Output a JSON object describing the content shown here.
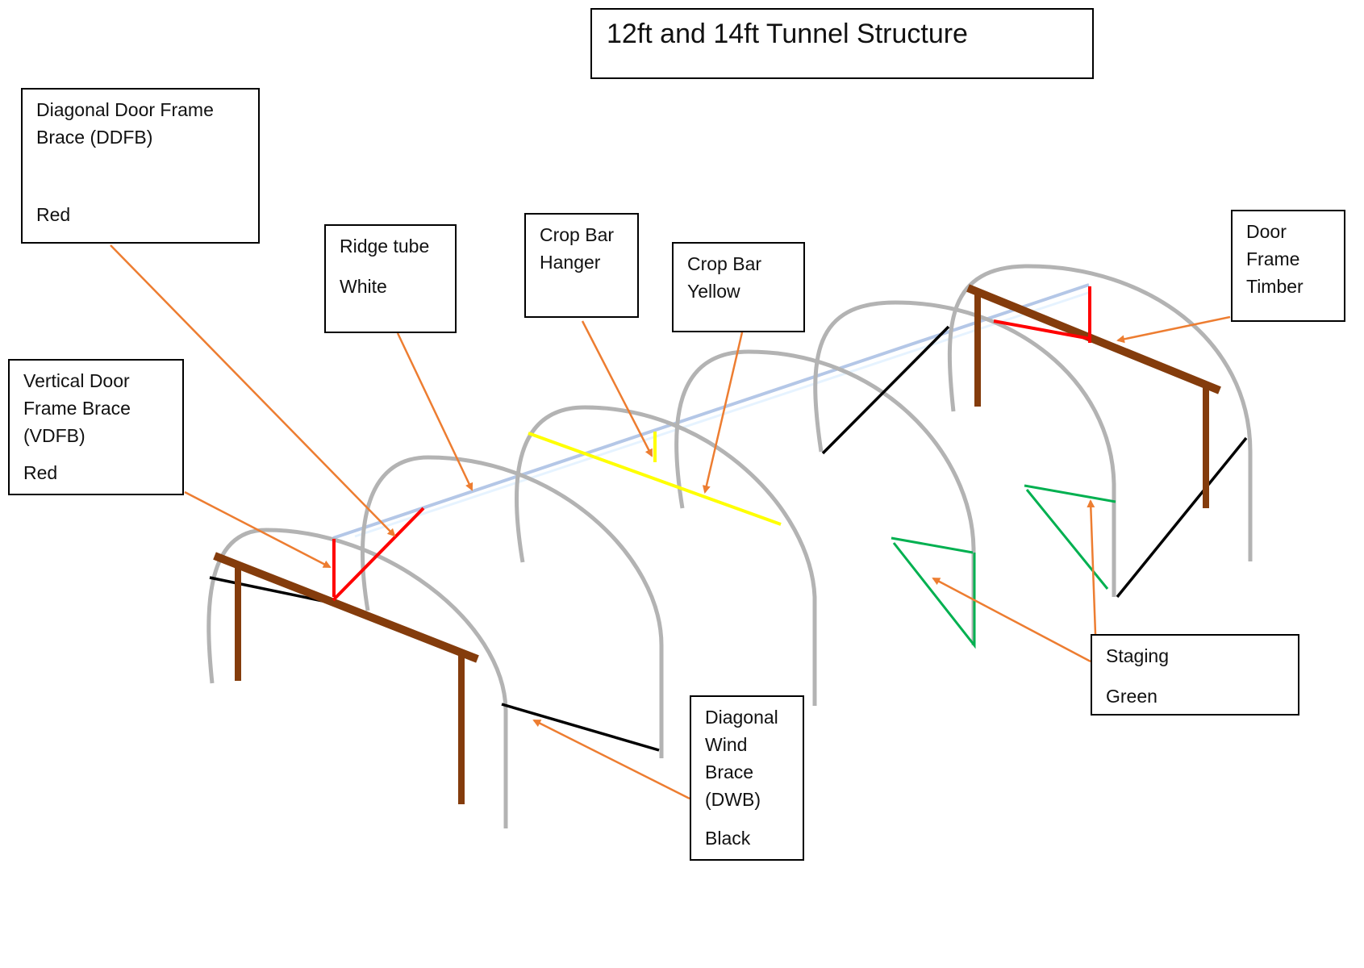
{
  "title": "12ft and 14ft Tunnel Structure",
  "labels": {
    "ddfb": {
      "name": "Diagonal Door Frame\nBrace (DDFB)",
      "color_word": "Red"
    },
    "ridge": {
      "name": "Ridge tube",
      "color_word": "White"
    },
    "hanger": {
      "name": "Crop Bar\nHanger"
    },
    "cropbar": {
      "name": "Crop Bar",
      "color_word": "Yellow"
    },
    "door": {
      "name": "Door\nFrame\nTimber"
    },
    "vdfb": {
      "name": "Vertical Door\nFrame Brace\n(VDFB)",
      "color_word": "Red"
    },
    "staging": {
      "name": "Staging",
      "color_word": "Green"
    },
    "dwb": {
      "name": "Diagonal\nWind\nBrace\n(DWB)",
      "color_word": "Black"
    }
  },
  "colors": {
    "hoop": "#b3b3b3",
    "ridge_tube": "#b4c7e7",
    "crop_bar": "#ffff00",
    "door_brace": "#ff0000",
    "wind_brace": "#000000",
    "staging": "#00b050",
    "timber": "#843c0c",
    "leader": "#ed7d31"
  }
}
